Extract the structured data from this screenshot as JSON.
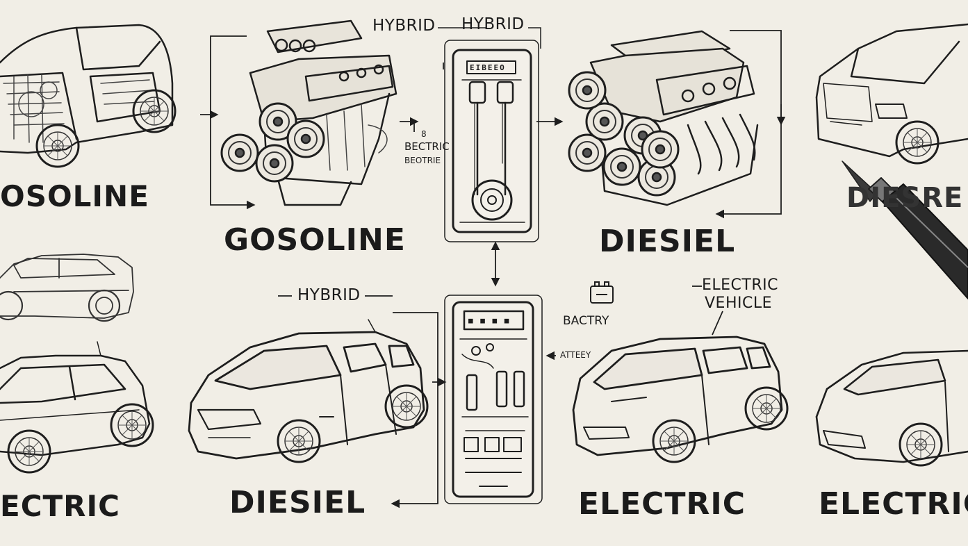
{
  "labels": {
    "gosoline_left": "OSOLINE",
    "gosoline_center": "GOSOLINE",
    "diesel_center": "DIESIEL",
    "diesel_right": "DIESRE",
    "electric_left": "ECTRIC",
    "diesel_bottom": "DIESIEL",
    "electric_bottom": "ELECTRIC",
    "electric_right": "ELECTRIC",
    "hybrid_top_1": "HYBRID",
    "hybrid_top_2": "HYBRID",
    "hybrid_mid": "HYBRID",
    "bectric": "BECTRIC",
    "beotrie": "BEOTRIE",
    "num_8": "8",
    "battery_label": "BACTRY",
    "battery_arrow_label": "ATTEEY",
    "ev_line1": "ELECTRIC",
    "ev_line2": "VEHICLE",
    "upper_panel_screen": "EIBEEO",
    "lower_panel_screen": "■ ■ ■ ■"
  },
  "colors": {
    "paper": "#f1eee6",
    "ink": "#1e1e1e",
    "pen_body": "#2a2a2a"
  },
  "icons": {
    "pen": "fountain-pen-icon",
    "battery": "battery-icon"
  }
}
